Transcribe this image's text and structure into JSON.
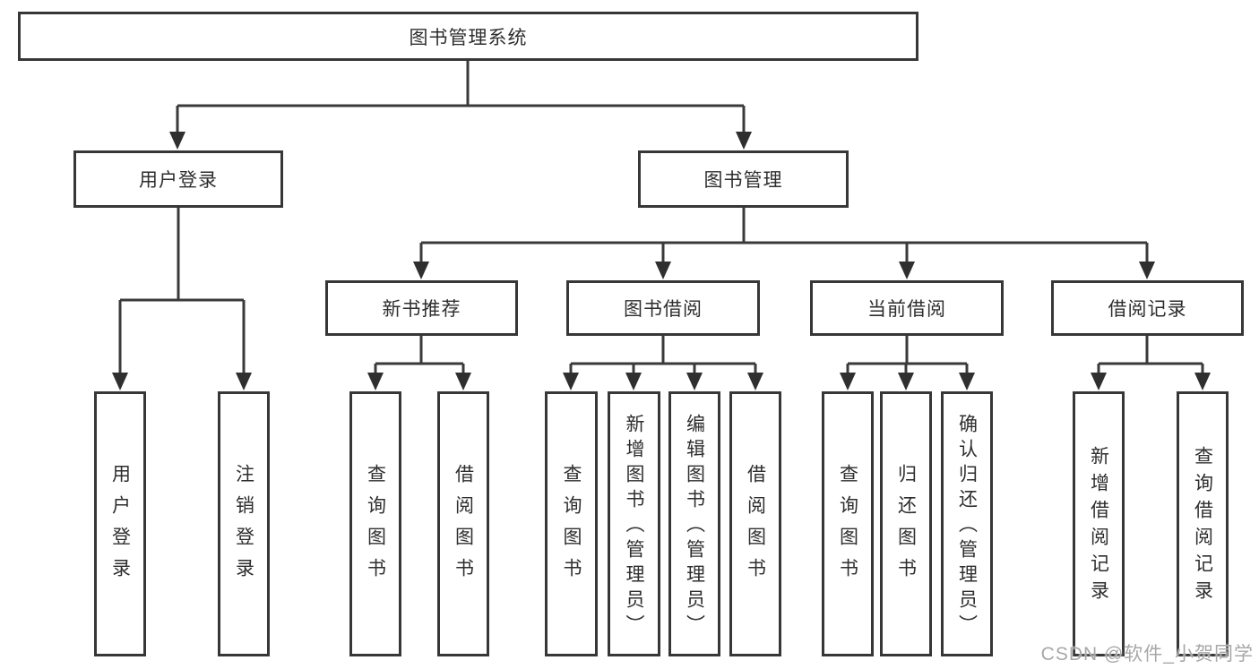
{
  "watermark": "CSDN @软件_小贺同学",
  "colors": {
    "line": "#3a3a3a",
    "arrow": "#2f2f2f",
    "box_border": "#373737",
    "text": "#2e2e2e",
    "background": "#ffffff",
    "watermark": "#a8a8a8"
  },
  "tree": {
    "label": "图书管理系统",
    "children": [
      {
        "label": "用户登录",
        "children": [
          {
            "label": "用户登录"
          },
          {
            "label": "注销登录"
          }
        ]
      },
      {
        "label": "图书管理",
        "children": [
          {
            "label": "新书推荐",
            "children": [
              {
                "label": "查询图书"
              },
              {
                "label": "借阅图书"
              }
            ]
          },
          {
            "label": "图书借阅",
            "children": [
              {
                "label": "查询图书"
              },
              {
                "label": "新增图书（管理员）"
              },
              {
                "label": "编辑图书（管理员）"
              },
              {
                "label": "借阅图书"
              }
            ]
          },
          {
            "label": "当前借阅",
            "children": [
              {
                "label": "查询图书"
              },
              {
                "label": "归还图书"
              },
              {
                "label": "确认归还（管理员）"
              }
            ]
          },
          {
            "label": "借阅记录",
            "children": [
              {
                "label": "新增借阅记录"
              },
              {
                "label": "查询借阅记录"
              }
            ]
          }
        ]
      }
    ]
  }
}
